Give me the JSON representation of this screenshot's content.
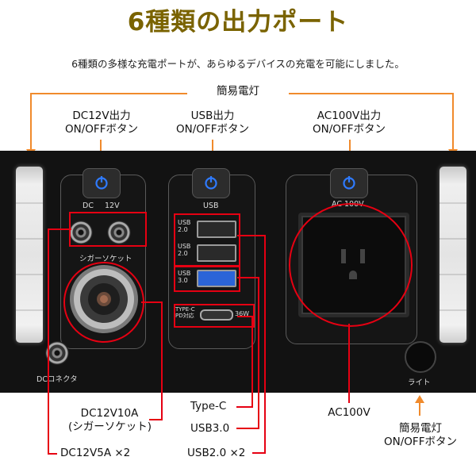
{
  "title": "6種類の出力ポート",
  "subtitle": "6種類の多様な充電ポートが、あらゆるデバイスの充電を可能にしました。",
  "labels": {
    "lamp_top": "簡易電灯",
    "dc_button_1": "DC12V出力",
    "dc_button_2": "ON/OFFボタン",
    "usb_button_1": "USB出力",
    "usb_button_2": "ON/OFFボタン",
    "ac_button_1": "AC100V出力",
    "ac_button_2": "ON/OFFボタン",
    "cigar_1": "DC12V10A",
    "cigar_2": "(シガーソケット)",
    "dc5a": "DC12V5A ×2",
    "typec": "Type-C",
    "usb3": "USB3.0",
    "usb2": "USB2.0 ×2",
    "ac100v": "AC100V",
    "light_btn_1": "簡易電灯",
    "light_btn_2": "ON/OFFボタン"
  },
  "panel_text": {
    "dc": "DC",
    "v12": "12V",
    "usb": "USB",
    "ac": "AC 100V",
    "cigar": "シガーソケット",
    "usb20_a": "USB 2.0",
    "usb20_b": "USB 2.0",
    "usb30": "USB 3.0",
    "typec_1": "TYPE-C",
    "typec_2": "PD対応",
    "w36": "36W",
    "dc_connector": "DCコネクタ",
    "light": "ライト"
  },
  "colors": {
    "title": "#7a6300",
    "callout_red": "#e60012",
    "callout_orange": "#f08a2c",
    "power_blue": "#2f7bff"
  }
}
